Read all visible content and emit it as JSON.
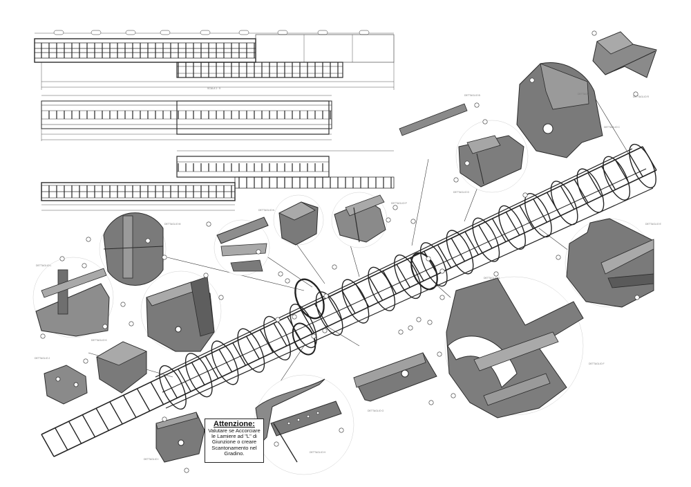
{
  "note": {
    "title": "Attenzione:",
    "body": "Valutare se Accorciare le Lamiere ad \"L\" di Giunzione o creare Scantonamento nel Gradino."
  },
  "detail_labels": [
    "DETTAGLIO A",
    "DETTAGLIO B",
    "DETTAGLIO C",
    "DETTAGLIO D",
    "DETTAGLIO E",
    "DETTAGLIO F",
    "DETTAGLIO G",
    "DETTAGLIO H",
    "DETTAGLIO I",
    "DETTAGLIO J",
    "DETTAGLIO K",
    "DETTAGLIO L",
    "DETTAGLIO M",
    "DETTAGLIO N",
    "DETTAGLIO P",
    "DETTAGLIO Q",
    "DETTAGLIO R"
  ],
  "scale_label": "SCALA 1 : 5",
  "colors": {
    "line": "#2a2a2a",
    "metal_dark": "#6f6f6f",
    "metal_mid": "#8a8a8a",
    "metal_light": "#a9a9a9",
    "paper": "#ffffff"
  }
}
